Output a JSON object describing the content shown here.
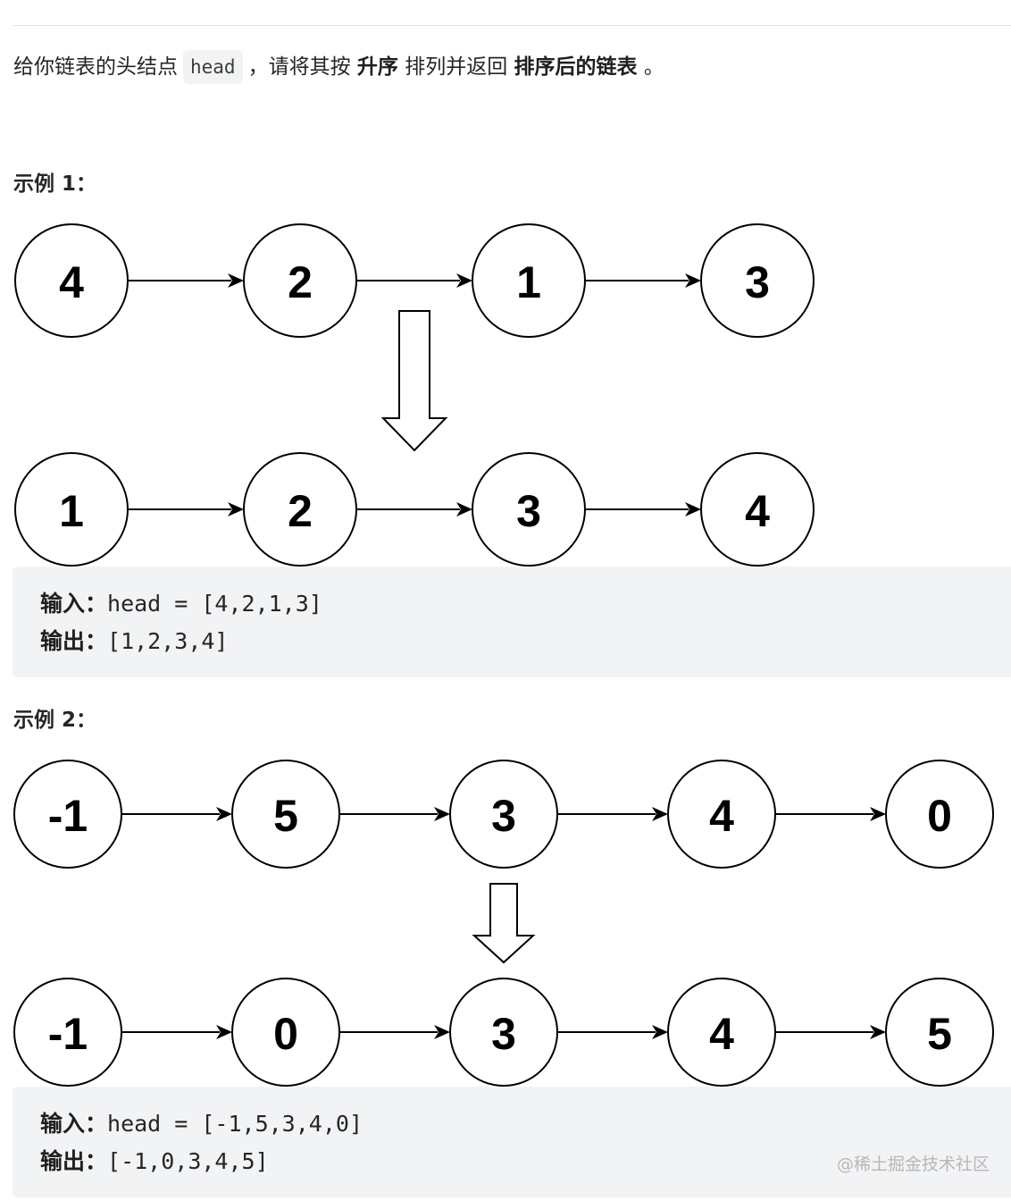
{
  "intro": {
    "prefix": "给你链表的头结点",
    "code": "head",
    "mid": "，请将其按",
    "bold1": "升序",
    "mid2": "排列并返回",
    "bold2": "排序后的链表",
    "suffix": "。"
  },
  "example1": {
    "title": "示例 1：",
    "before": [
      "4",
      "2",
      "1",
      "3"
    ],
    "after": [
      "1",
      "2",
      "3",
      "4"
    ],
    "input_label": "输入：",
    "input_value": "head = [4,2,1,3]",
    "output_label": "输出：",
    "output_value": "[1,2,3,4]"
  },
  "example2": {
    "title": "示例 2：",
    "before": [
      "-1",
      "5",
      "3",
      "4",
      "0"
    ],
    "after": [
      "-1",
      "0",
      "3",
      "4",
      "5"
    ],
    "input_label": "输入：",
    "input_value": "head = [-1,5,3,4,0]",
    "output_label": "输出：",
    "output_value": "[-1,0,3,4,5]"
  },
  "watermark": "@稀土掘金技术社区"
}
